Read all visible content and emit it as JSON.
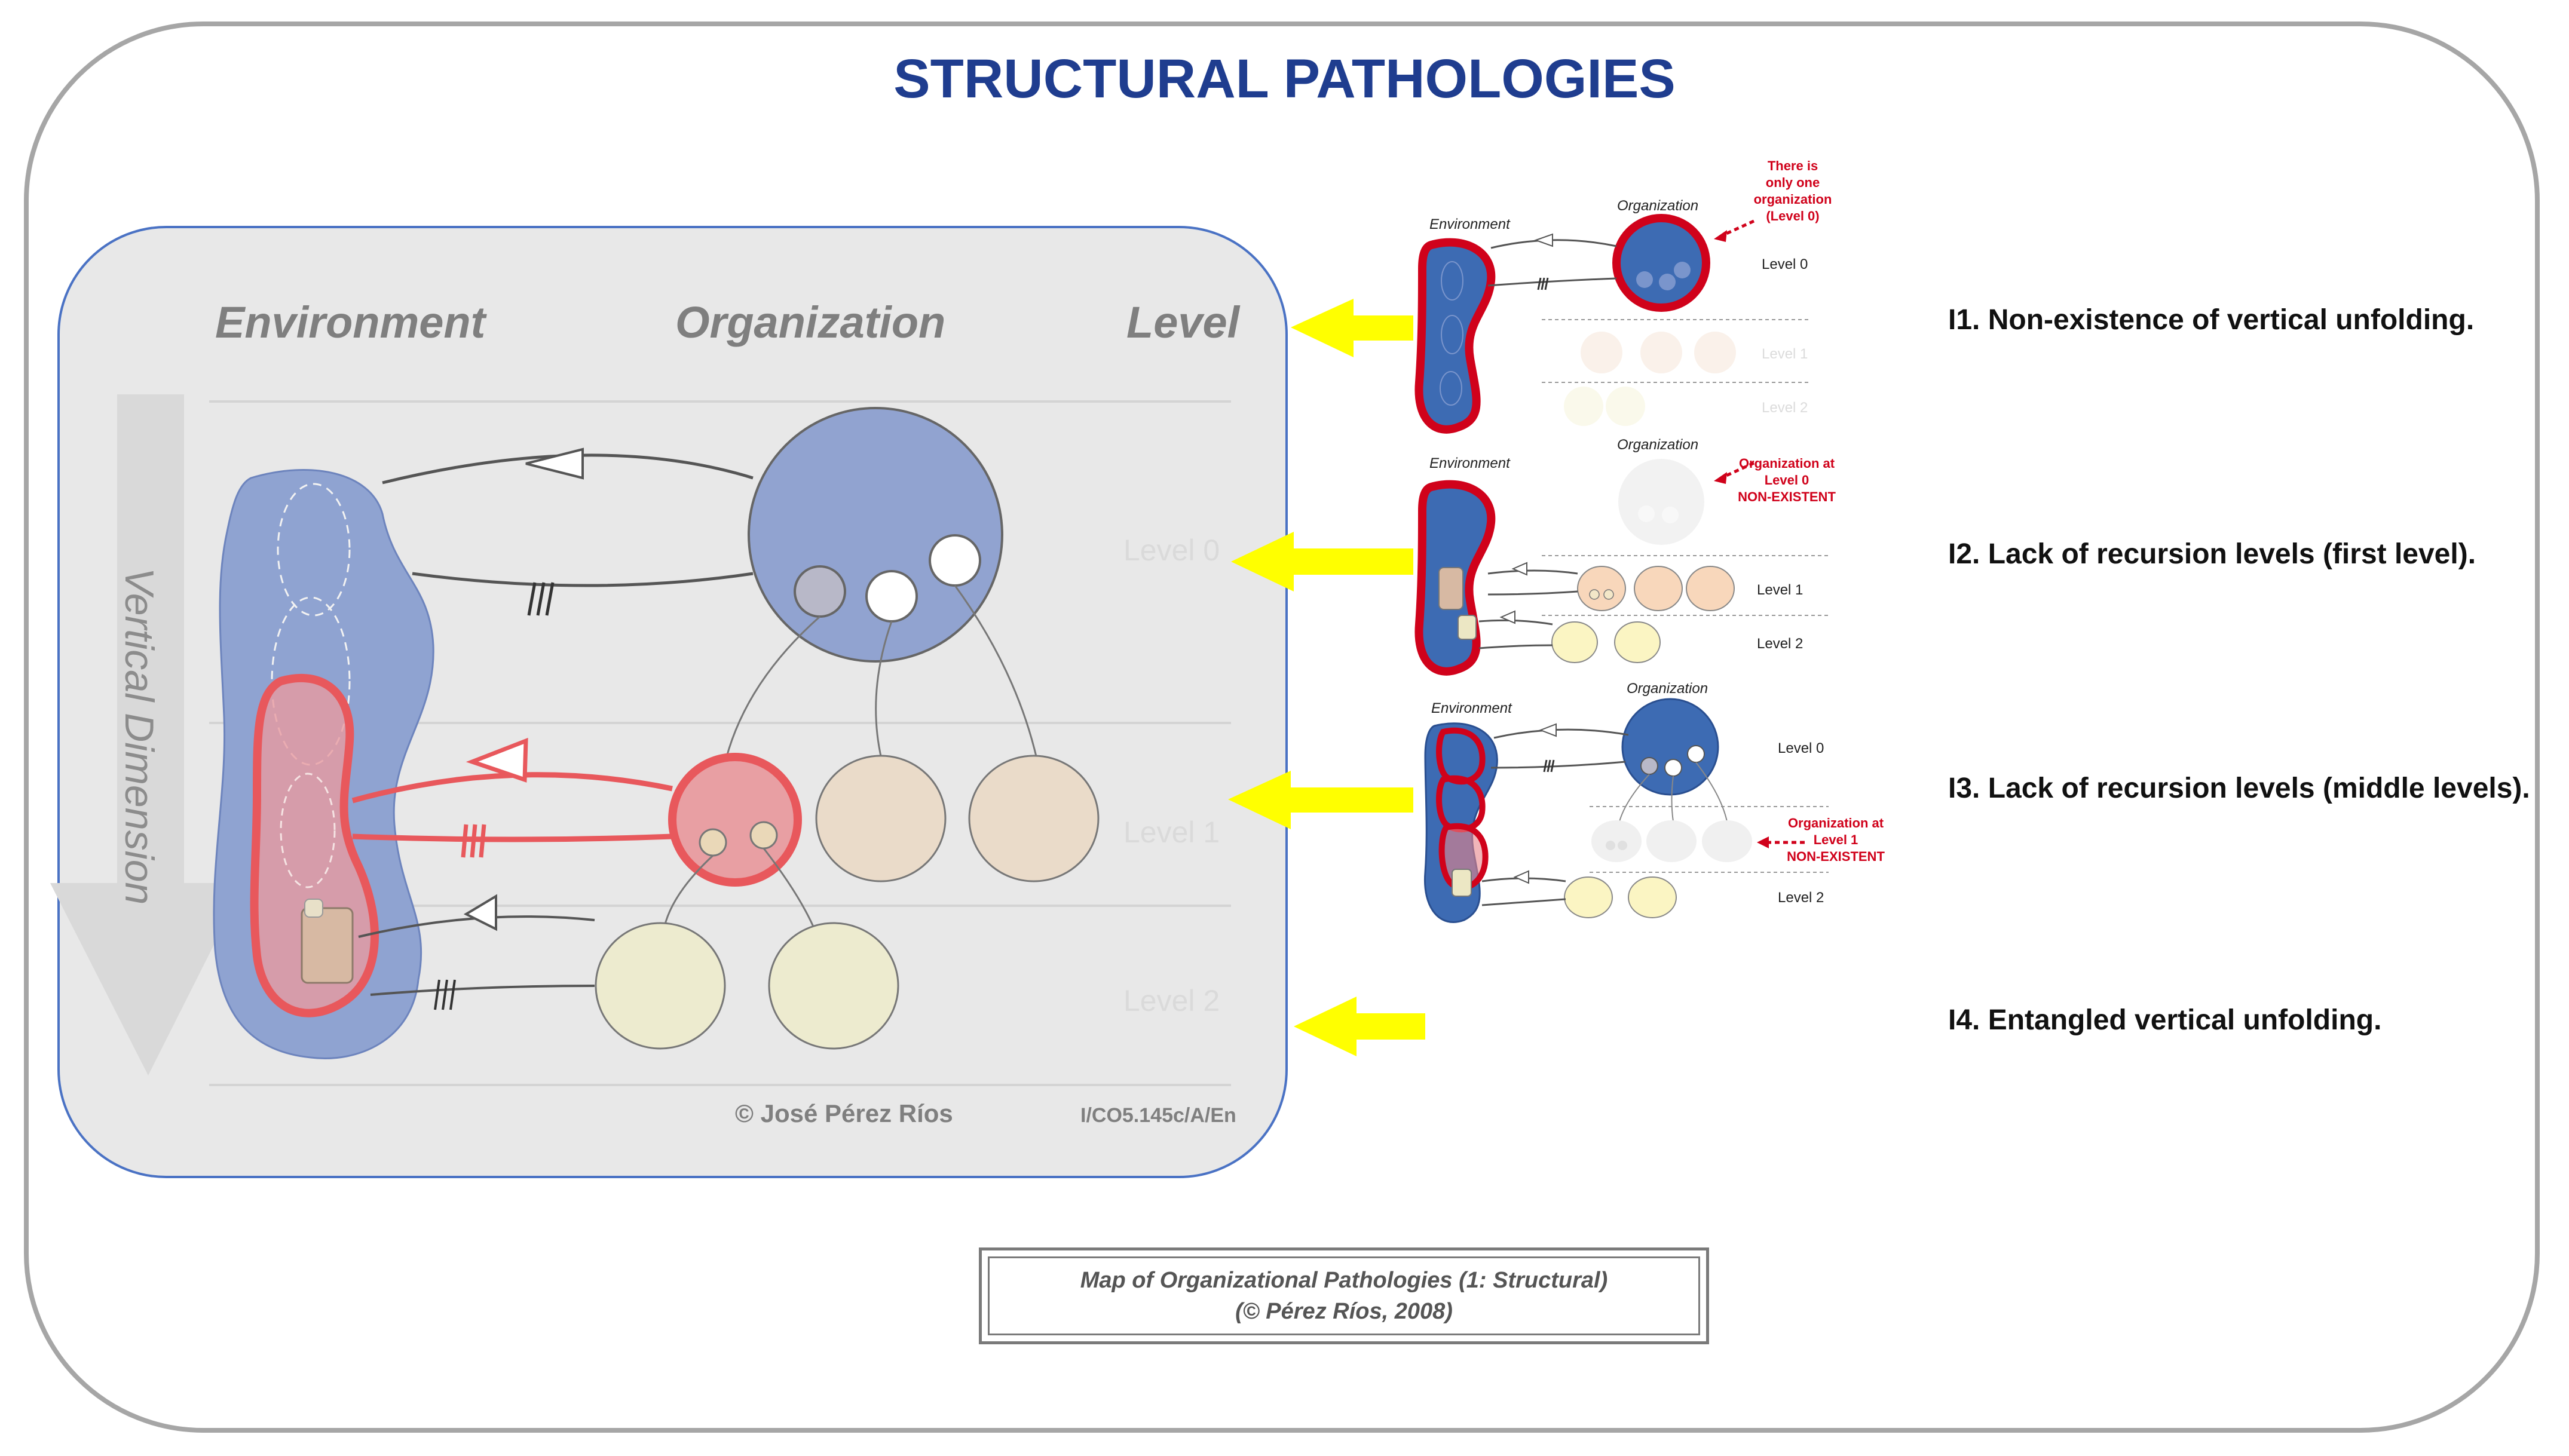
{
  "title": "STRUCTURAL PATHOLOGIES",
  "main_diagram": {
    "environment_label": "Environment",
    "organization_label": "Organization",
    "level_label": "Level",
    "vertical_dimension_label": "Vertical Dimension",
    "level_labels": [
      "Level 0",
      "Level 1",
      "Level 2"
    ],
    "copyright": "© José Pérez Ríos",
    "code": "I/CO5.145c/A/En"
  },
  "thumbnails": [
    {
      "environment_label": "Environment",
      "organization_label": "Organization",
      "note_lines": [
        "There is",
        "only one",
        "organization",
        "(Level 0)"
      ],
      "levels": [
        "Level 0",
        "Level 1",
        "Level 2"
      ]
    },
    {
      "environment_label": "Environment",
      "organization_label": "Organization",
      "note_lines": [
        "Organization at",
        "Level 0",
        "NON-EXISTENT"
      ],
      "levels": [
        "Level 1",
        "Level 2"
      ]
    },
    {
      "environment_label": "Environment",
      "organization_label": "Organization",
      "note_lines": [
        "Organization at",
        "Level 1",
        "NON-EXISTENT"
      ],
      "levels": [
        "Level 0",
        "Level 2"
      ]
    }
  ],
  "pathologies": [
    "I1. Non-existence of vertical unfolding.",
    "I2. Lack of recursion levels (first level).",
    "I3. Lack of recursion levels (middle levels).",
    "I4. Entangled vertical unfolding."
  ],
  "caption": {
    "line1": "Map of Organizational Pathologies (1: Structural)",
    "line2": "(© Pérez Ríos, 2008)"
  },
  "colors": {
    "title": "#1f3d8f",
    "arrow": "#ffff00",
    "pathology_red": "#d0021b",
    "org_blue": "#3d6bb3",
    "panel_bg": "#e8e8e8"
  }
}
